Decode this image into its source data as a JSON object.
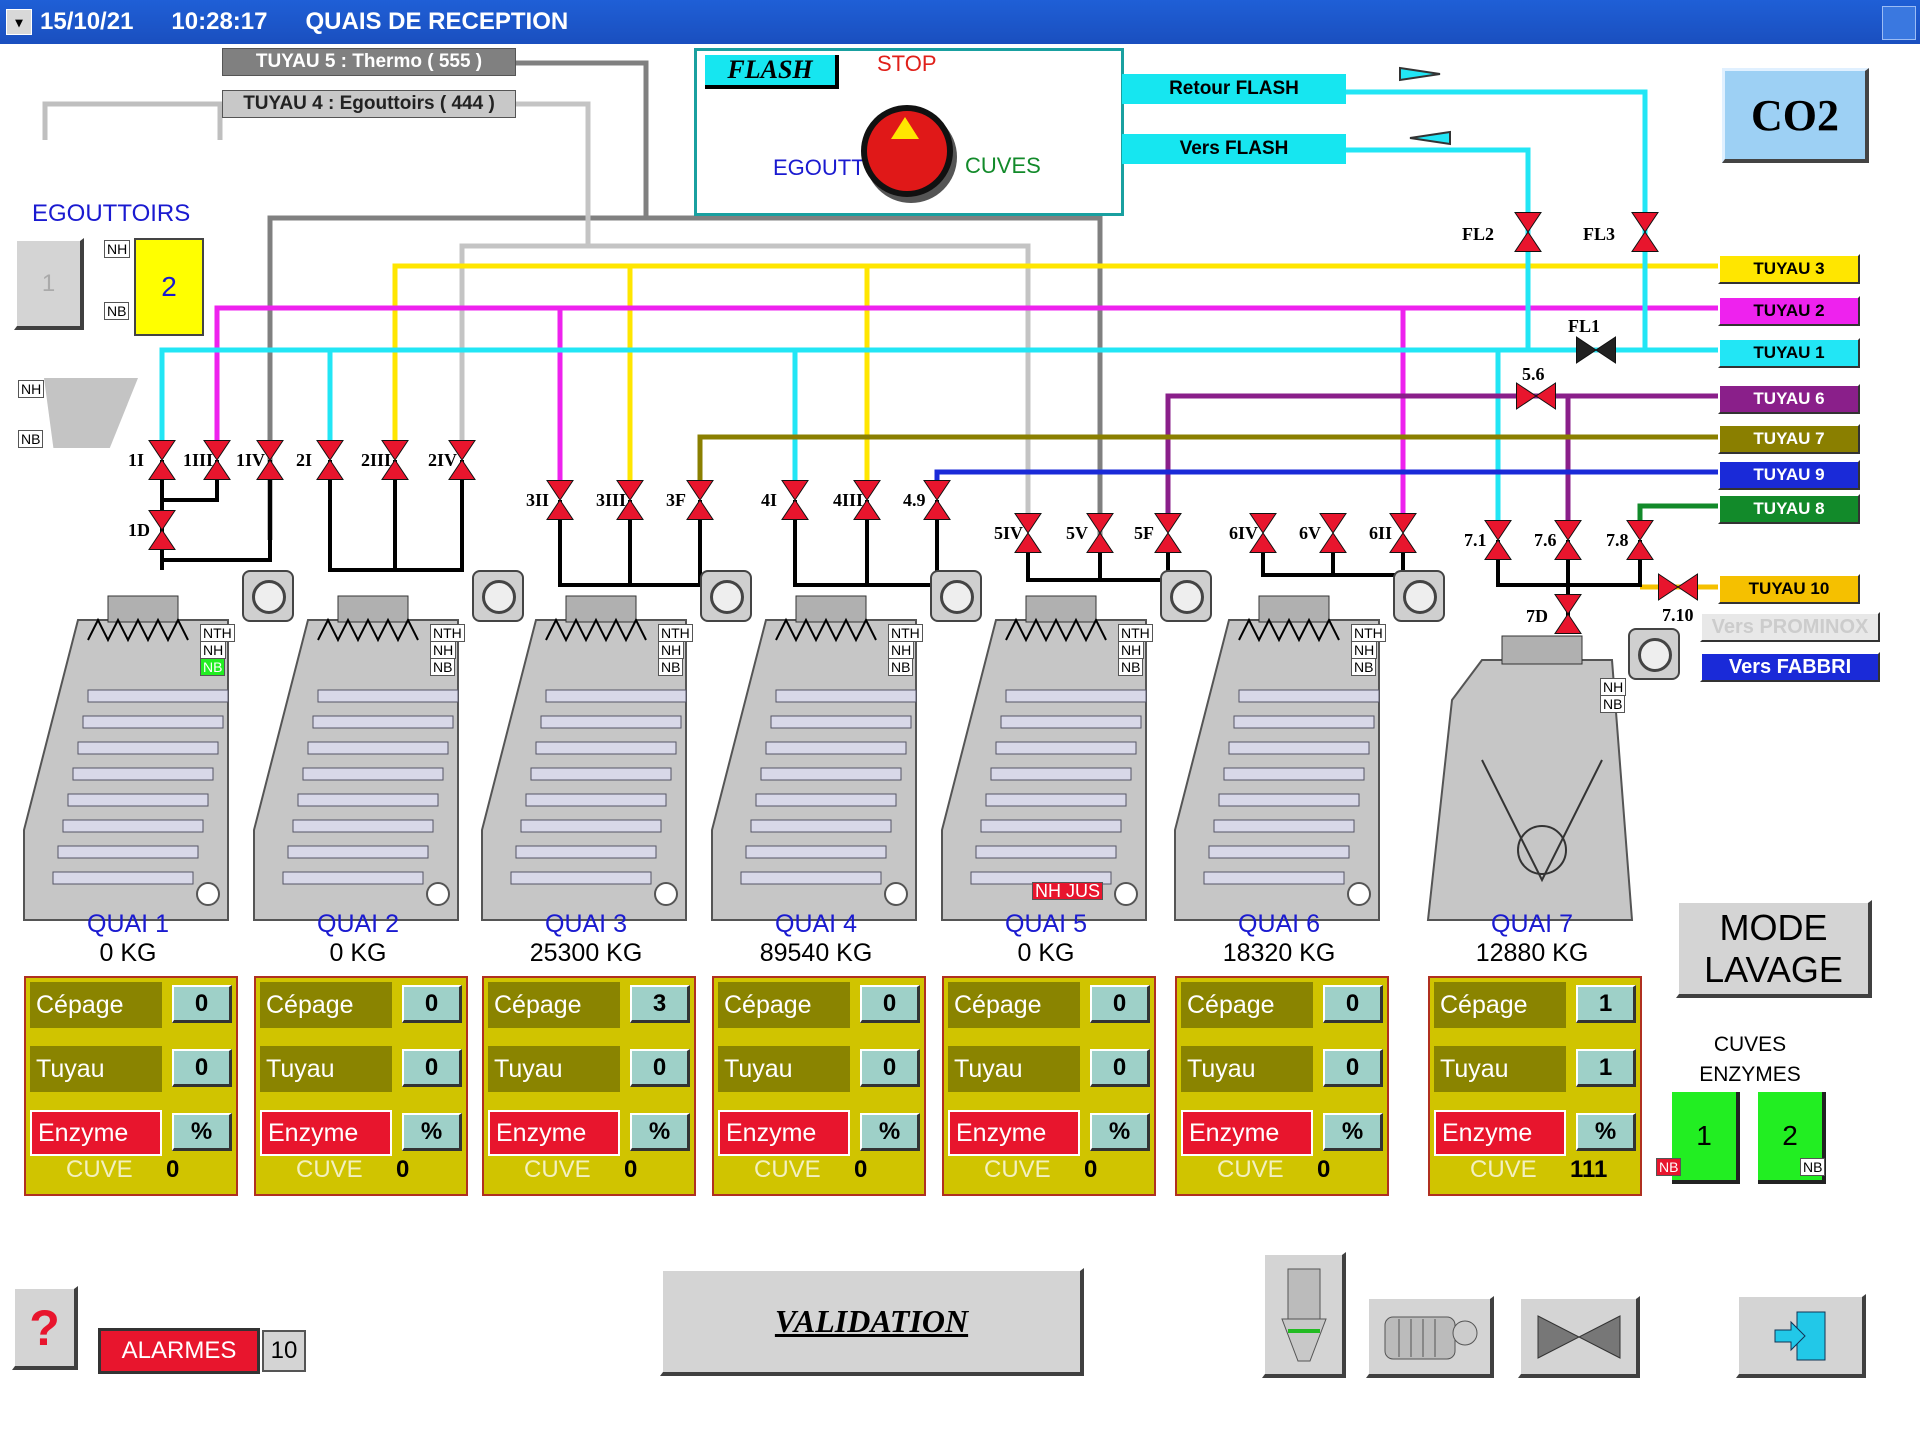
{
  "window": {
    "date": "15/10/21",
    "time": "10:28:17",
    "title": "QUAIS DE RECEPTION"
  },
  "pipe_labels": {
    "tuyau5": "TUYAU 5 : Thermo ( 555 )",
    "tuyau4": "TUYAU 4 : Egouttoirs ( 444 )"
  },
  "flash": {
    "title": "FLASH",
    "stop": "STOP",
    "egoutt": "EGOUTT",
    "cuves": "CUVES",
    "retour": "Retour FLASH",
    "vers": "Vers FLASH"
  },
  "co2": "CO2",
  "egouttoirs": {
    "title": "EGOUTTOIRS",
    "unit1": "1",
    "unit2": "2",
    "nh": "NH",
    "nb": "NB"
  },
  "right_pipes": [
    {
      "label": "TUYAU 3",
      "color": "#ffe600",
      "text_color": "#000"
    },
    {
      "label": "TUYAU 2",
      "color": "#ee22ee",
      "text_color": "#000"
    },
    {
      "label": "TUYAU 1",
      "color": "#22e6f5",
      "text_color": "#000"
    },
    {
      "label": "TUYAU 6",
      "color": "#8a1f8a",
      "text_color": "#fff"
    },
    {
      "label": "TUYAU 7",
      "color": "#8a7f00",
      "text_color": "#fff"
    },
    {
      "label": "TUYAU 9",
      "color": "#1a2ad8",
      "text_color": "#fff"
    },
    {
      "label": "TUYAU 8",
      "color": "#128a2a",
      "text_color": "#fff"
    },
    {
      "label": "TUYAU 10",
      "color": "#f5c000",
      "text_color": "#000"
    }
  ],
  "dest_buttons": {
    "prominox": "Vers PROMINOX",
    "fabbri": "Vers FABBRI"
  },
  "valves": [
    "1I",
    "1III",
    "1IV",
    "1D",
    "2I",
    "2III",
    "2IV",
    "3II",
    "3III",
    "3F",
    "4I",
    "4III",
    "4.9",
    "5IV",
    "5V",
    "5F",
    "6IV",
    "6V",
    "6II",
    "7.1",
    "7.6",
    "7.8",
    "7D",
    "7.10",
    "FL1",
    "FL2",
    "FL3",
    "5.6"
  ],
  "quais": [
    {
      "name": "QUAI 1",
      "kg": "0 KG",
      "cepage": "0",
      "tuyau": "0",
      "enzyme": "%",
      "cuve": "0"
    },
    {
      "name": "QUAI 2",
      "kg": "0 KG",
      "cepage": "0",
      "tuyau": "0",
      "enzyme": "%",
      "cuve": "0"
    },
    {
      "name": "QUAI 3",
      "kg": "25300 KG",
      "cepage": "3",
      "tuyau": "0",
      "enzyme": "%",
      "cuve": "0"
    },
    {
      "name": "QUAI 4",
      "kg": "89540 KG",
      "cepage": "0",
      "tuyau": "0",
      "enzyme": "%",
      "cuve": "0"
    },
    {
      "name": "QUAI 5",
      "kg": "0 KG",
      "cepage": "0",
      "tuyau": "0",
      "enzyme": "%",
      "cuve": "0"
    },
    {
      "name": "QUAI 6",
      "kg": "18320 KG",
      "cepage": "0",
      "tuyau": "0",
      "enzyme": "%",
      "cuve": "0"
    },
    {
      "name": "QUAI 7",
      "kg": "12880 KG",
      "cepage": "1",
      "tuyau": "1",
      "enzyme": "%",
      "cuve": "111"
    }
  ],
  "panel_labels": {
    "cepage": "Cépage",
    "tuyau": "Tuyau",
    "enzyme": "Enzyme",
    "cuve": "CUVE"
  },
  "level_tags": {
    "nth": "NTH",
    "nh": "NH",
    "nb": "NB",
    "nh_jus": "NH JUS"
  },
  "mode_lavage": {
    "line1": "MODE",
    "line2": "LAVAGE"
  },
  "cuves_enzymes": {
    "title1": "CUVES",
    "title2": "ENZYMES",
    "c1": "1",
    "c2": "2",
    "nb": "NB"
  },
  "footer": {
    "help": "?",
    "alarmes": "ALARMES",
    "alarm_count": "10",
    "validation": "VALIDATION"
  }
}
